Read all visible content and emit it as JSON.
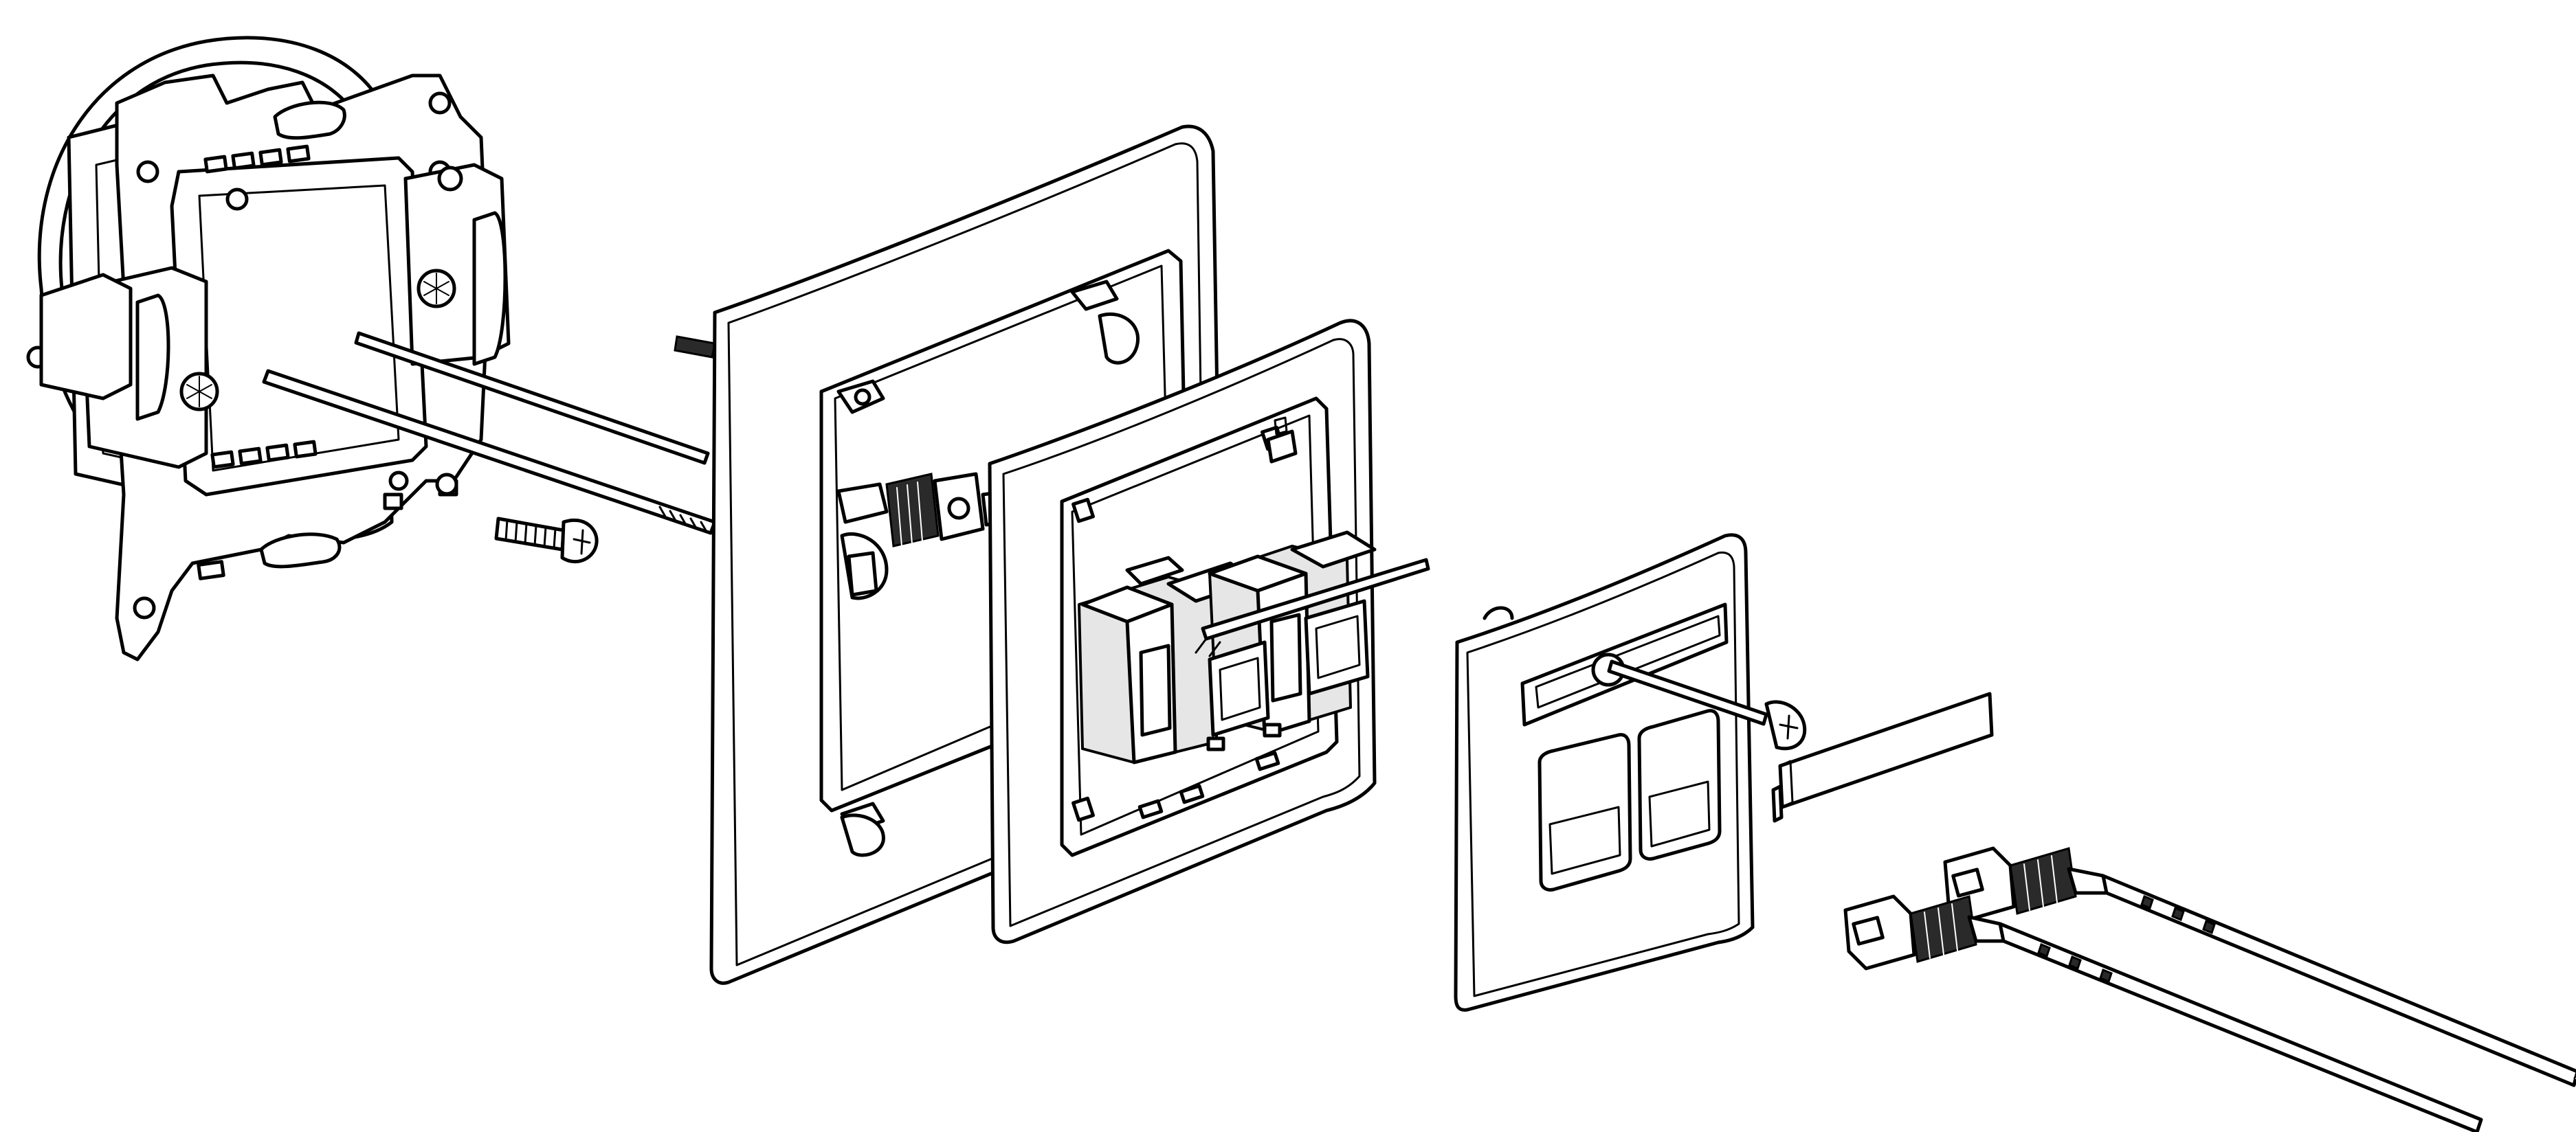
{
  "figure": {
    "description_kind": "exploded-assembly-line-drawing",
    "colors": {
      "stroke": "#000000",
      "fill": "#ffffff",
      "shade": "#e6e6e6",
      "connector_dark": "#2a2a2a"
    },
    "parts": [
      {
        "id": "mounting-box-with-frame",
        "icon": "wall-box-icon"
      },
      {
        "id": "fixing-screw-short",
        "icon": "screw-icon"
      },
      {
        "id": "fixing-screws-long",
        "icon": "screw-icon"
      },
      {
        "id": "outer-cover-frame",
        "icon": "frame-icon"
      },
      {
        "id": "inner-frame-with-sockets",
        "icon": "socket-frame-icon"
      },
      {
        "id": "double-port-faceplate",
        "icon": "faceplate-icon"
      },
      {
        "id": "faceplate-center-screw",
        "icon": "screw-icon"
      },
      {
        "id": "label-strip",
        "icon": "label-icon"
      },
      {
        "id": "connector-cable-upper",
        "icon": "connector-plug-icon"
      },
      {
        "id": "connector-cable-lower",
        "icon": "connector-plug-icon"
      }
    ]
  }
}
